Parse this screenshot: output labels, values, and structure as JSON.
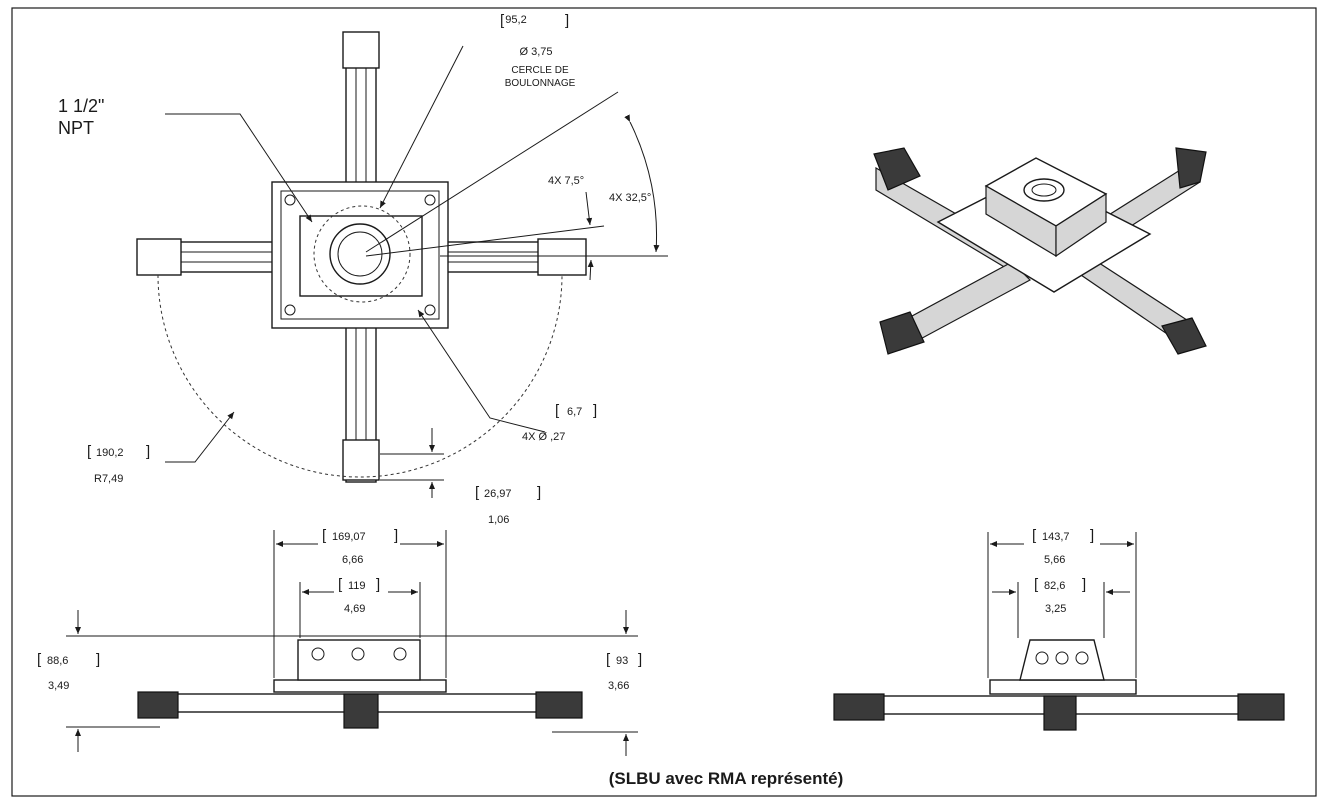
{
  "labels": {
    "npt_line1": "1 1/2\"",
    "npt_line2": "NPT",
    "bolt_mm": "95,2",
    "bolt_in": "Ø  3,75",
    "bolt_text1": "CERCLE DE",
    "bolt_text2": "BOULONNAGE",
    "angle_small": "4X  7,5°",
    "angle_large": "4X  32,5°",
    "hole_mm": "6,7",
    "hole_in": "4X   Ø   ,27",
    "radius_mm": "190,2",
    "radius_in": "R7,49",
    "arm_mm": "26,97",
    "arm_in": "1,06",
    "front_outer_mm": "169,07",
    "front_outer_in": "6,66",
    "front_inner_mm": "119",
    "front_inner_in": "4,69",
    "front_h1_mm": "88,6",
    "front_h1_in": "3,49",
    "front_h2_mm": "93",
    "front_h2_in": "3,66",
    "side_outer_mm": "143,7",
    "side_outer_in": "5,66",
    "side_inner_mm": "82,6",
    "side_inner_in": "3,25",
    "caption": "(SLBU avec RMA représenté)"
  }
}
